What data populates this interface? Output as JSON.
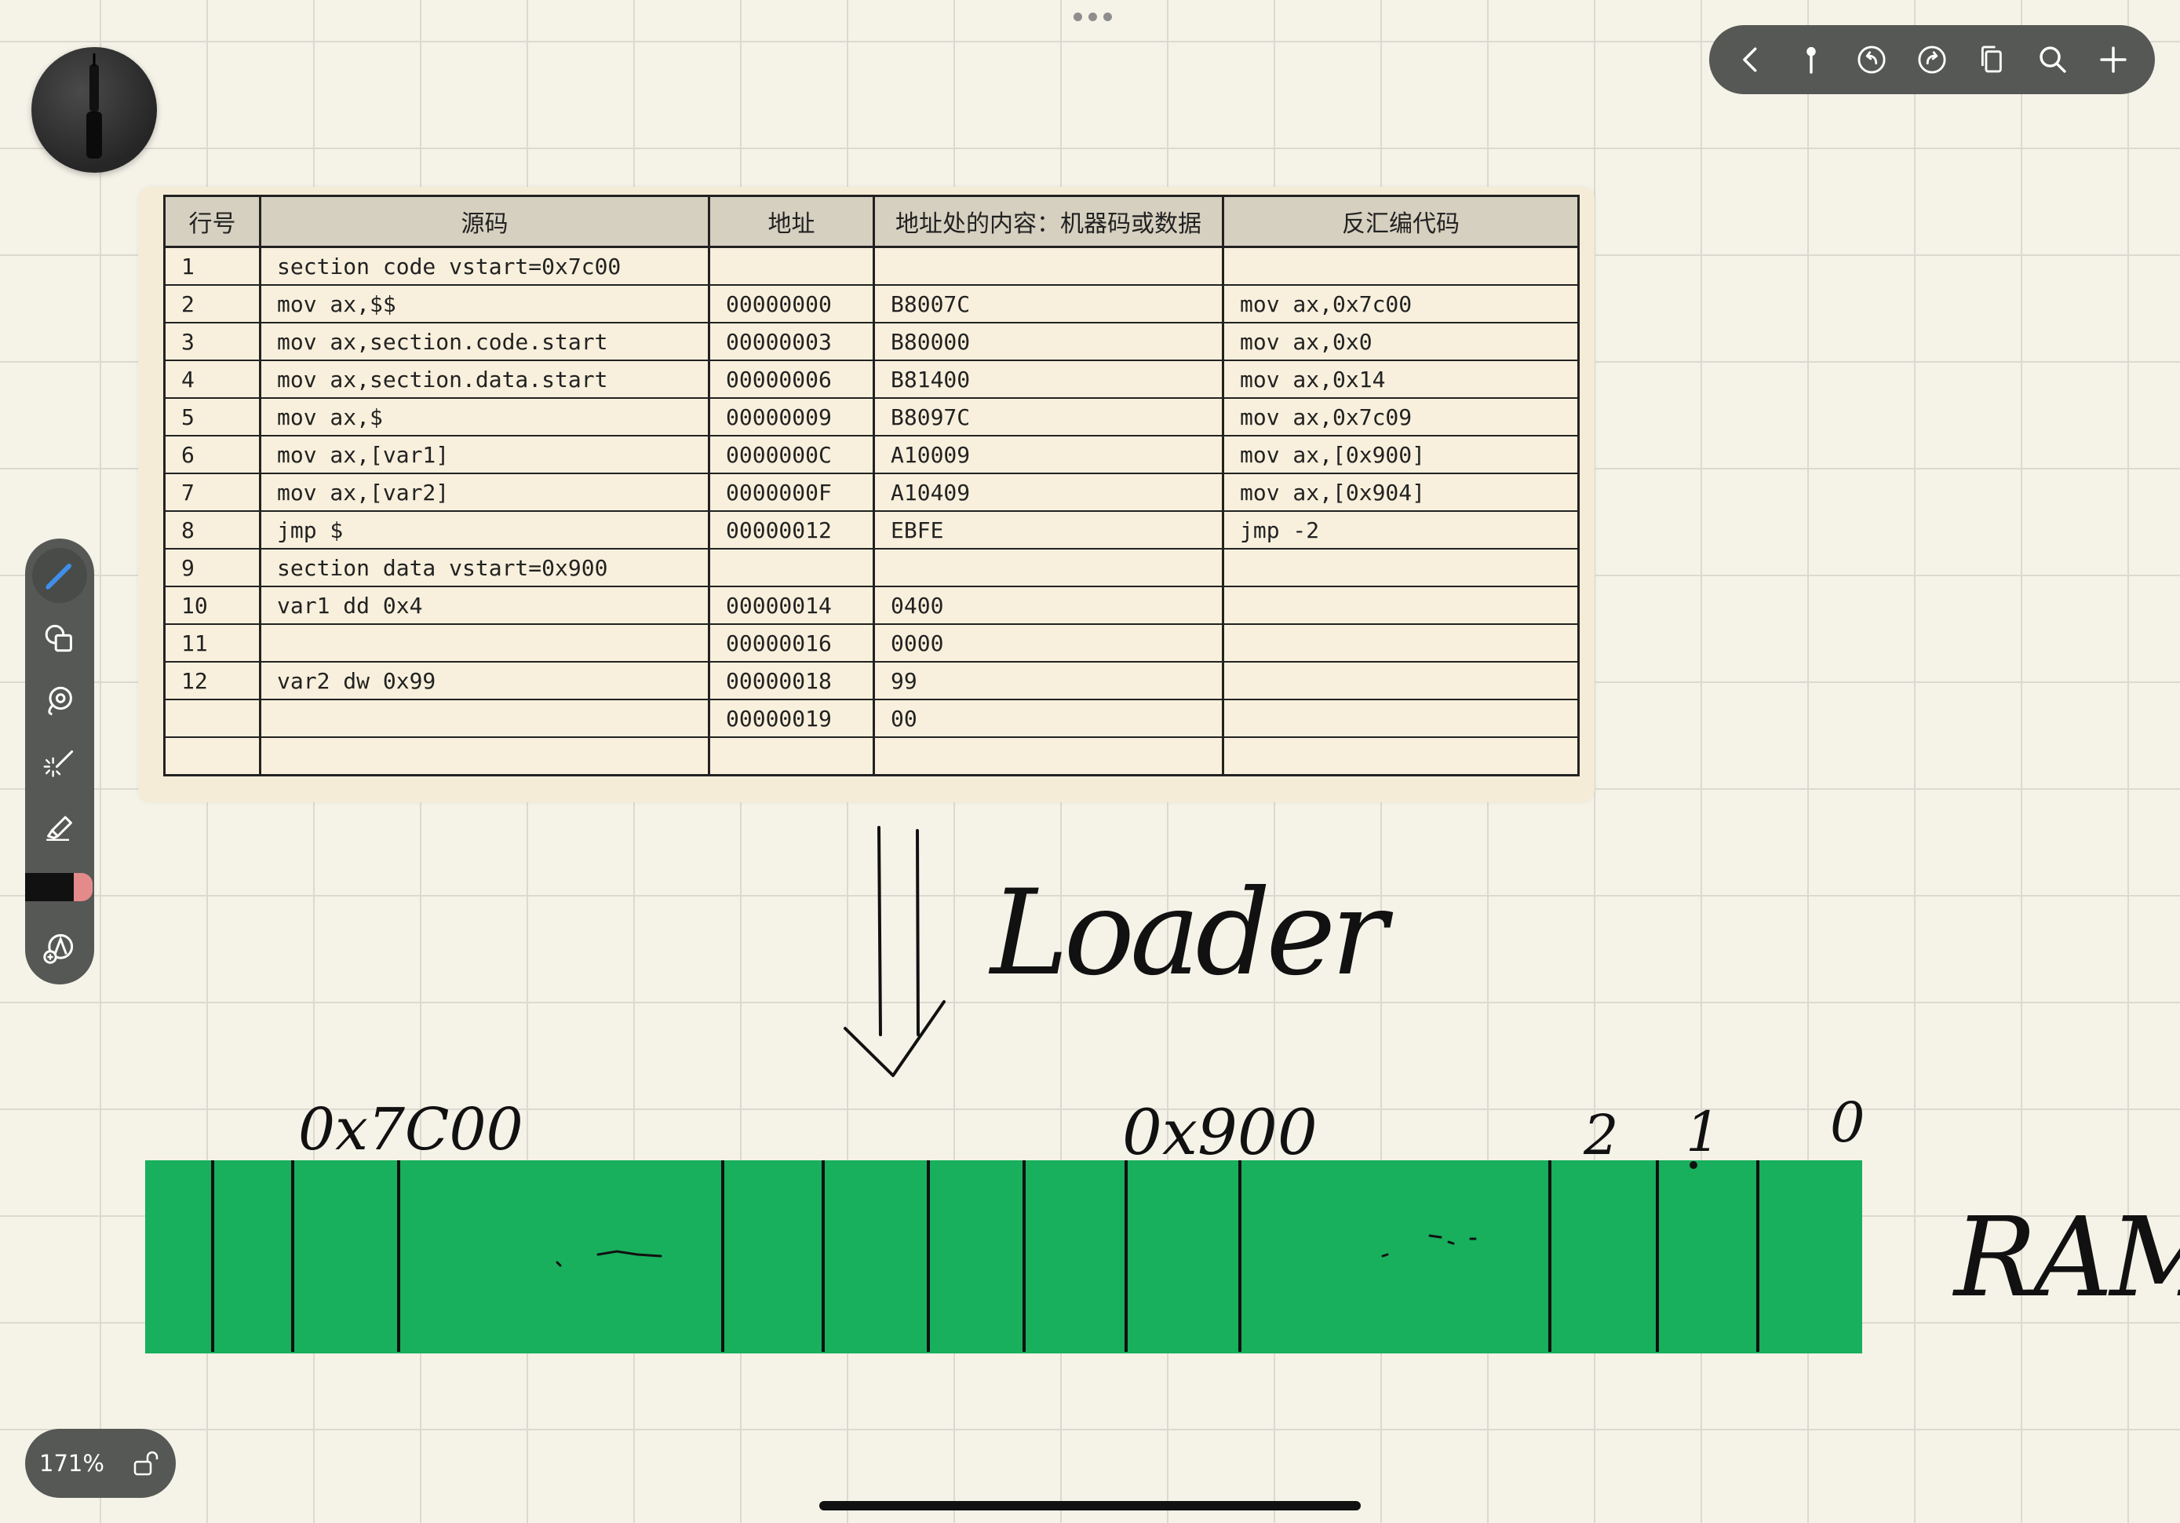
{
  "toolbar_top": {
    "buttons": [
      {
        "icon": "chevron-left-icon"
      },
      {
        "icon": "pin-icon"
      },
      {
        "icon": "undo-icon"
      },
      {
        "icon": "redo-icon"
      },
      {
        "icon": "pages-icon"
      },
      {
        "icon": "search-icon"
      },
      {
        "icon": "plus-icon"
      }
    ]
  },
  "side_tools": [
    {
      "icon": "pen-icon",
      "active": true
    },
    {
      "icon": "shapes-icon"
    },
    {
      "icon": "lasso-icon"
    },
    {
      "icon": "laser-pointer-icon"
    },
    {
      "icon": "highlighter-icon"
    },
    {
      "icon": "eraser-icon"
    },
    {
      "icon": "shape-recognition-icon"
    }
  ],
  "zoom": {
    "label": "171%",
    "icon": "unlock-icon"
  },
  "table": {
    "headers": [
      "行号",
      "源码",
      "地址",
      "地址处的内容：机器码或数据",
      "反汇编代码"
    ],
    "rows": [
      [
        "1",
        "section code vstart=0x7c00",
        "",
        "",
        ""
      ],
      [
        "2",
        "mov ax,$$",
        "00000000",
        "B8007C",
        "mov ax,0x7c00"
      ],
      [
        "3",
        "mov ax,section.code.start",
        "00000003",
        "B80000",
        "mov ax,0x0"
      ],
      [
        "4",
        "mov ax,section.data.start",
        "00000006",
        "B81400",
        "mov ax,0x14"
      ],
      [
        "5",
        "mov ax,$",
        "00000009",
        "B8097C",
        "mov ax,0x7c09"
      ],
      [
        "6",
        "mov ax,[var1]",
        "0000000C",
        "A10009",
        "mov ax,[0x900]"
      ],
      [
        "7",
        "mov ax,[var2]",
        "0000000F",
        "A10409",
        "mov ax,[0x904]"
      ],
      [
        "8",
        "jmp $",
        "00000012",
        "EBFE",
        "jmp -2"
      ],
      [
        "9",
        "section data vstart=0x900",
        "",
        "",
        ""
      ],
      [
        "10",
        "var1 dd 0x4",
        "00000014",
        "0400",
        ""
      ],
      [
        "11",
        "",
        "00000016",
        "0000",
        ""
      ],
      [
        "12",
        "var2 dw 0x99",
        "00000018",
        "99",
        ""
      ],
      [
        "",
        "",
        "00000019",
        "00",
        ""
      ],
      [
        "",
        "",
        "",
        "",
        ""
      ]
    ]
  },
  "handwriting": {
    "loader": "Loader",
    "addr_7c00": "0x7C00",
    "addr_900": "0x900",
    "idx_2": "2",
    "idx_1": "1",
    "idx_0": "0",
    "ram": "RAM"
  },
  "colors": {
    "ram_fill": "#18af5d",
    "toolbar": "#565855",
    "background": "#f5f3e8"
  }
}
